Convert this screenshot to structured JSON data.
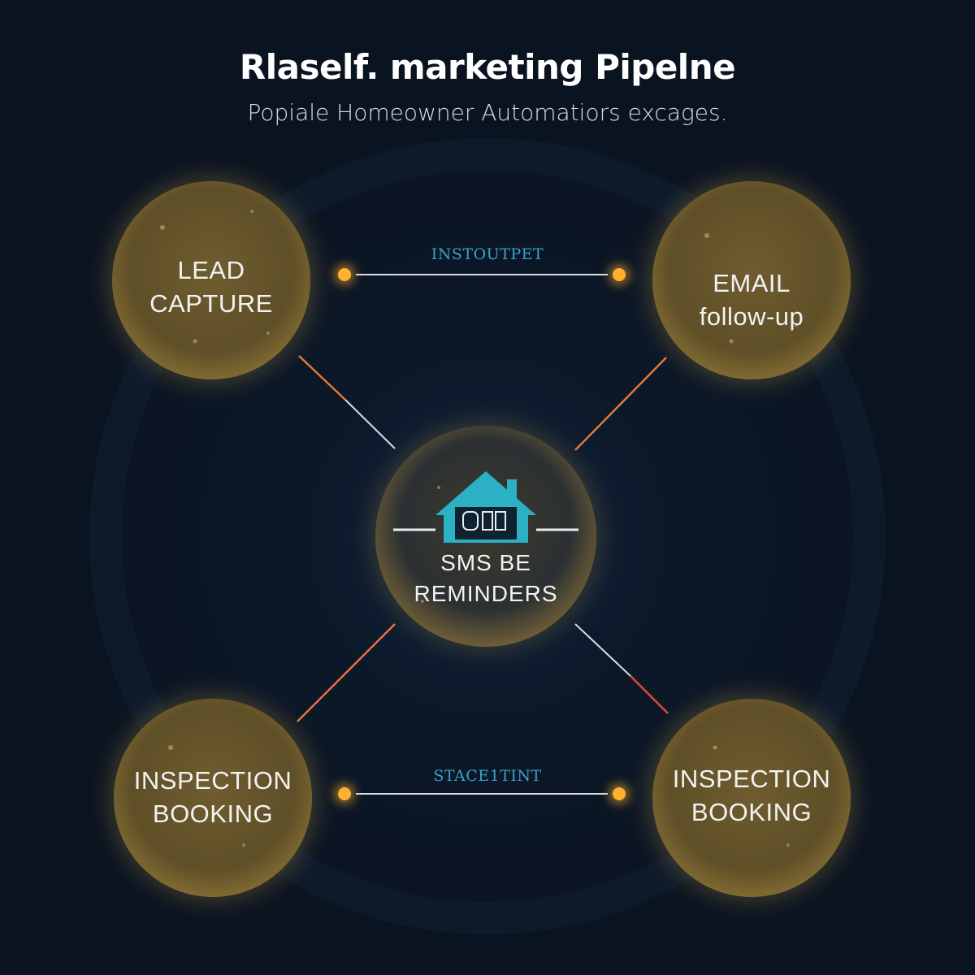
{
  "header": {
    "title": "Rlaself. marketing Pipelne",
    "subtitle": "Popiale Homeowner Automatiors excages."
  },
  "nodes": [
    {
      "id": "top-left",
      "label": "LEAD\nCAPTURE"
    },
    {
      "id": "top-right",
      "label": "EMAIL\nfollow-up"
    },
    {
      "id": "center",
      "label": "SMS BE\nREMINDERS",
      "icon": "house-icon"
    },
    {
      "id": "bottom-left",
      "label": "INSPECTION\nBOOKING"
    },
    {
      "id": "bottom-right",
      "label": "INSPECTION\nBOOKING"
    }
  ],
  "edges": {
    "top_label": "INSTOUTPET",
    "bottom_label": "STACE1TINT"
  },
  "colors": {
    "background": "#0b1420",
    "node_fill": "#6b5a2c",
    "node_glow": "#c9a449",
    "connector_dot": "#ffb02e",
    "accent_teal": "#2bb0c4",
    "edge_orange": "#e0773a",
    "edge_label": "#3aa3c9"
  }
}
